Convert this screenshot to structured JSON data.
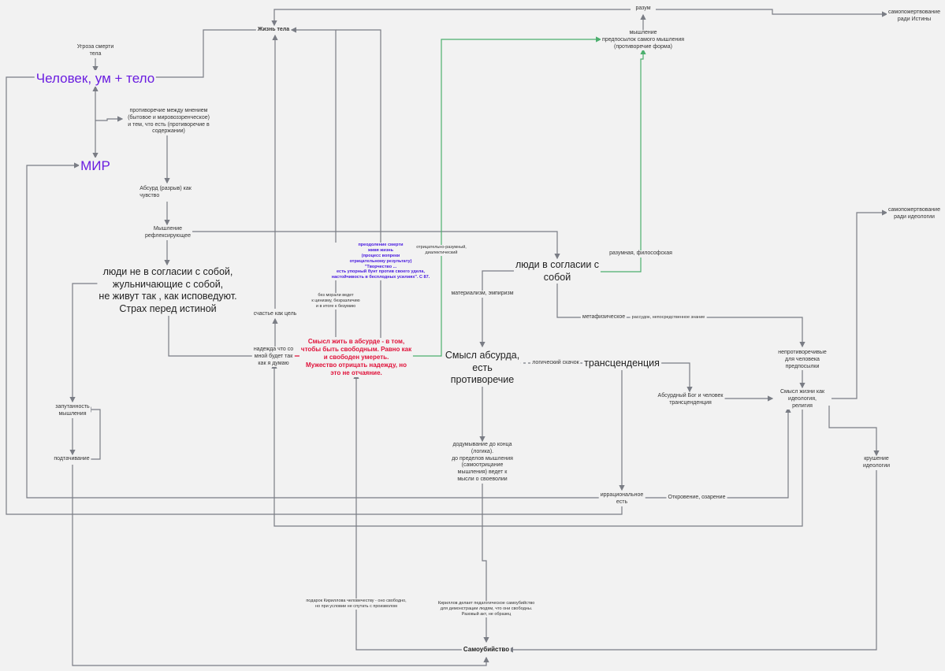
{
  "colors": {
    "edge": "#7a7d85",
    "green": "#4caf6e",
    "purple": "#6a1de0",
    "red": "#e0123a",
    "blue": "#4a1ce0",
    "background": "#f2f2f2"
  },
  "nodes": {
    "razum": "разум",
    "self_sacrifice_truth": "самопожертвование\nради Истины",
    "body_life": "Жизнь тела",
    "thinking_premises": "мышление\nпредпосылок самого мышления\n(противоречие форма)",
    "death_threat": "Угроза смерти\nтела",
    "human": "Человек, ум + тело",
    "contradiction": "противоречие между мнением\n(бытовое и мировоззренческое)\nи тем, что есть (противоречие в\nсодержании)",
    "world": "МИР",
    "absurd_feeling": "Абсурд (разрыв) как\nчувство",
    "reflective_thinking": "Мышление\nрефлексирующее",
    "self_sacrifice_ideology": "самопожертвование\nради идеологии",
    "overcoming_death": "преодоление смерти\nживя жизнь\n(процесс вопреки\nотрицательному результату)\n\"Творчество ...\nесть упорный бунт против своего удела,\nнастойчивость в бесплодных усилиях\". С 87.",
    "negative_rational": "отрицательно-разумный,\nдиалектический",
    "rational_philosophical": "разумная, философская",
    "people_agree": "люди в согласии с\nсобой",
    "people_disagree": "люди не в согласии с собой,\nжульничающие с собой,\nне живут так , как исповедуют.\nСтрах перед истиной",
    "materialism": "материализм, эмпиризм",
    "no_morals": "без морали ведет\nк цинизму, безразличию\nи в итоге к безумию",
    "happiness_goal": "счастье как цель",
    "metaphysical": "метафизическое",
    "reason_direct": "рассудок, непосредственное знание",
    "live_in_absurd": "Смысл жить в абсурде - в том,\nчтобы быть свободным. Равно как\nи свободен умереть.\nМужество отрицать надежду, но\nэто не отчаяние.",
    "hope": "надежда что со\nмной будет так\nкак я думаю",
    "meaning_absurd": "Смысл абсурда,\nесть\nпротиворечие",
    "logical_leap": "логический скачок",
    "transcendence": "трансценденция",
    "consistent_premises": "непротиворечивые\nдля человека\nпредпосылки",
    "absurd_god": "Абсурдный Бог и человек\nтрансценденция",
    "meaning_ideology": "Смысл жизни как\nидеология,\nрелигия",
    "confusion": "запутанность\nмышления",
    "undermining": "подтачивание",
    "ideology_collapse": "крушение\nидеологии",
    "thinking_to_end": "додумывание до конца\n(логика).\nдо пределов мышления\n(самоотрицание\nмышления) ведет к\nмысли о своеволии",
    "irrational": "иррациональное\nесть",
    "revelation": "Откровение, озарение",
    "kirillov_gift": "подарок Кириллова человечеству - оно свободно,\nно при условии не спутать с произволом",
    "kirillov_pedagogic": "Кириллов делает педагогическое самоубийство\nдля демонстрации людям, что они свободны.\nРазовый акт, не образец",
    "suicide": "Самоубийство"
  }
}
